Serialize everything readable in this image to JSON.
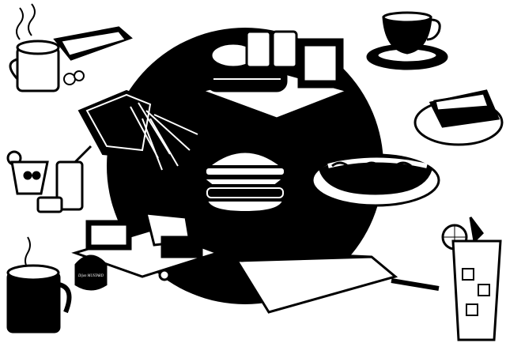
{
  "illustration": {
    "theme": "Food clip art",
    "items": [
      "coffee-mug-with-book",
      "sandwich-and-beer",
      "teacup-on-saucer",
      "french-fries",
      "pie-slice",
      "cocktails",
      "burger",
      "hot-dog",
      "cheese-board-with-mustard",
      "pizza-slice-on-peel",
      "coffee-mug",
      "iced-drink"
    ],
    "mustard_label": "Dijon MUSTARD",
    "colors": {
      "ink": "#000000",
      "paper": "#ffffff"
    }
  }
}
